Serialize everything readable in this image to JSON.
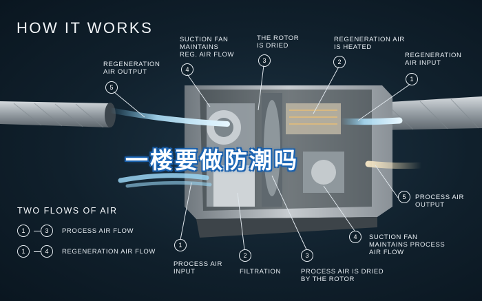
{
  "title": "HOW IT WORKS",
  "overlay_caption": "一楼要做防潮吗",
  "callouts": {
    "regen_output": {
      "num": "5",
      "text": "REGENERATION\nAIR OUTPUT"
    },
    "suction_fan_regen": {
      "num": "4",
      "text": "SUCTION FAN\nMAINTAINS\nREG. AIR FLOW"
    },
    "rotor_dried": {
      "num": "3",
      "text": "THE ROTOR\nIS DRIED"
    },
    "regen_heated": {
      "num": "2",
      "text": "REGENERATION AIR\nIS HEATED"
    },
    "regen_input": {
      "num": "1",
      "text": "REGENERATION\nAIR INPUT"
    },
    "process_output": {
      "num": "5",
      "text": "PROCESS AIR\nOUTPUT"
    },
    "suction_fan_process": {
      "num": "4",
      "text": "SUCTION FAN\nMAINTAINS PROCESS\nAIR FLOW"
    },
    "process_input": {
      "num": "1",
      "text": "PROCESS AIR\nINPUT"
    },
    "filtration": {
      "num": "2",
      "text": "FILTRATION"
    },
    "process_dried": {
      "num": "3",
      "text": "PROCESS AIR IS DRIED\nBY THE ROTOR"
    }
  },
  "legend": {
    "title": "TWO FLOWS OF AIR",
    "rows": [
      {
        "from": "1",
        "to": "3",
        "text": "PROCESS AIR FLOW"
      },
      {
        "from": "1",
        "to": "4",
        "text": "REGENERATION AIR FLOW"
      }
    ]
  },
  "colors": {
    "background": "#10202c",
    "cool_air": "#8fd0f2",
    "warm_air": "#e8c98a",
    "cabinet": "#b8bec4"
  }
}
